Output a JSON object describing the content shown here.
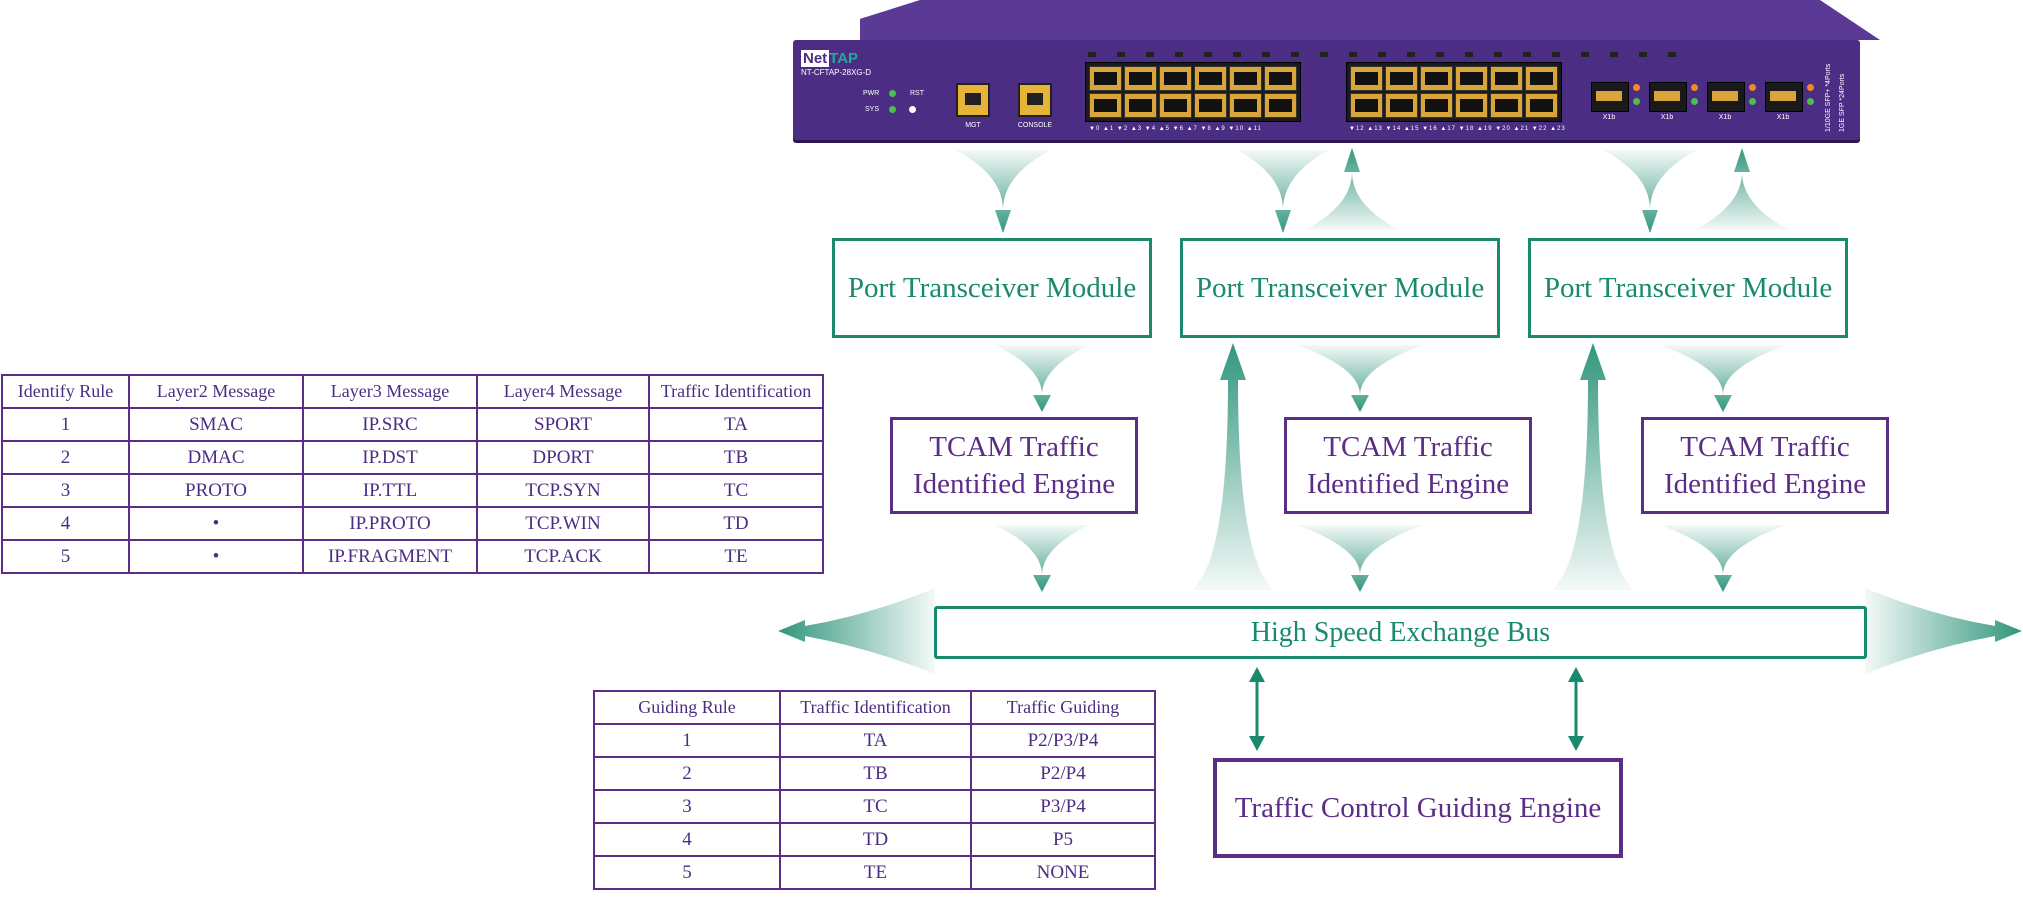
{
  "device": {
    "brand_part1": "Net",
    "brand_part2": "TAP",
    "model": "NT-CFTAP-28XG-D",
    "led_labels": [
      "PWR",
      "RST",
      "SYS"
    ],
    "mgmt_label": "MGT",
    "console_label": "CONSOLE",
    "group1_numbers": "▼0 ▲1  ▼2 ▲3  ▼4 ▲5  ▼6 ▲7  ▼8 ▲9  ▼10 ▲11",
    "group2_numbers": "▼12 ▲13  ▼14 ▲15  ▼16 ▲17  ▼18 ▲19  ▼20 ▲21  ▼22 ▲23",
    "xsfp_labels": [
      "X1b",
      "X1b",
      "X1b",
      "X1b"
    ],
    "side_text_1": "1/10GE SFP+ *4Ports",
    "side_text_2": "1GE SFP *24Ports"
  },
  "modules": {
    "port_transceiver": [
      "Port Transceiver Module",
      "Port Transceiver Module",
      "Port Transceiver Module"
    ],
    "tcam_line1": [
      "TCAM Traffic",
      "TCAM Traffic",
      "TCAM Traffic"
    ],
    "tcam_line2": [
      "Identified Engine",
      "Identified Engine",
      "Identified Engine"
    ],
    "bus": "High Speed Exchange Bus",
    "guiding_engine": "Traffic Control Guiding Engine"
  },
  "identify_table": {
    "headers": [
      "Identify Rule",
      "Layer2 Message",
      "Layer3 Message",
      "Layer4 Message",
      "Traffic Identification"
    ],
    "rows": [
      [
        "1",
        "SMAC",
        "IP.SRC",
        "SPORT",
        "TA"
      ],
      [
        "2",
        "DMAC",
        "IP.DST",
        "DPORT",
        "TB"
      ],
      [
        "3",
        "PROTO",
        "IP.TTL",
        "TCP.SYN",
        "TC"
      ],
      [
        "4",
        "•",
        "IP.PROTO",
        "TCP.WIN",
        "TD"
      ],
      [
        "5",
        "•",
        "IP.FRAGMENT",
        "TCP.ACK",
        "TE"
      ]
    ]
  },
  "guiding_table": {
    "headers": [
      "Guiding Rule",
      "Traffic Identification",
      "Traffic Guiding"
    ],
    "rows": [
      [
        "1",
        "TA",
        "P2/P3/P4"
      ],
      [
        "2",
        "TB",
        "P2/P4"
      ],
      [
        "3",
        "TC",
        "P3/P4"
      ],
      [
        "4",
        "TD",
        "P5"
      ],
      [
        "5",
        "TE",
        "NONE"
      ]
    ]
  },
  "colors": {
    "device_purple": "#4b2d83",
    "teal": "#1a8a6e",
    "purple_border": "#5b2d86"
  }
}
